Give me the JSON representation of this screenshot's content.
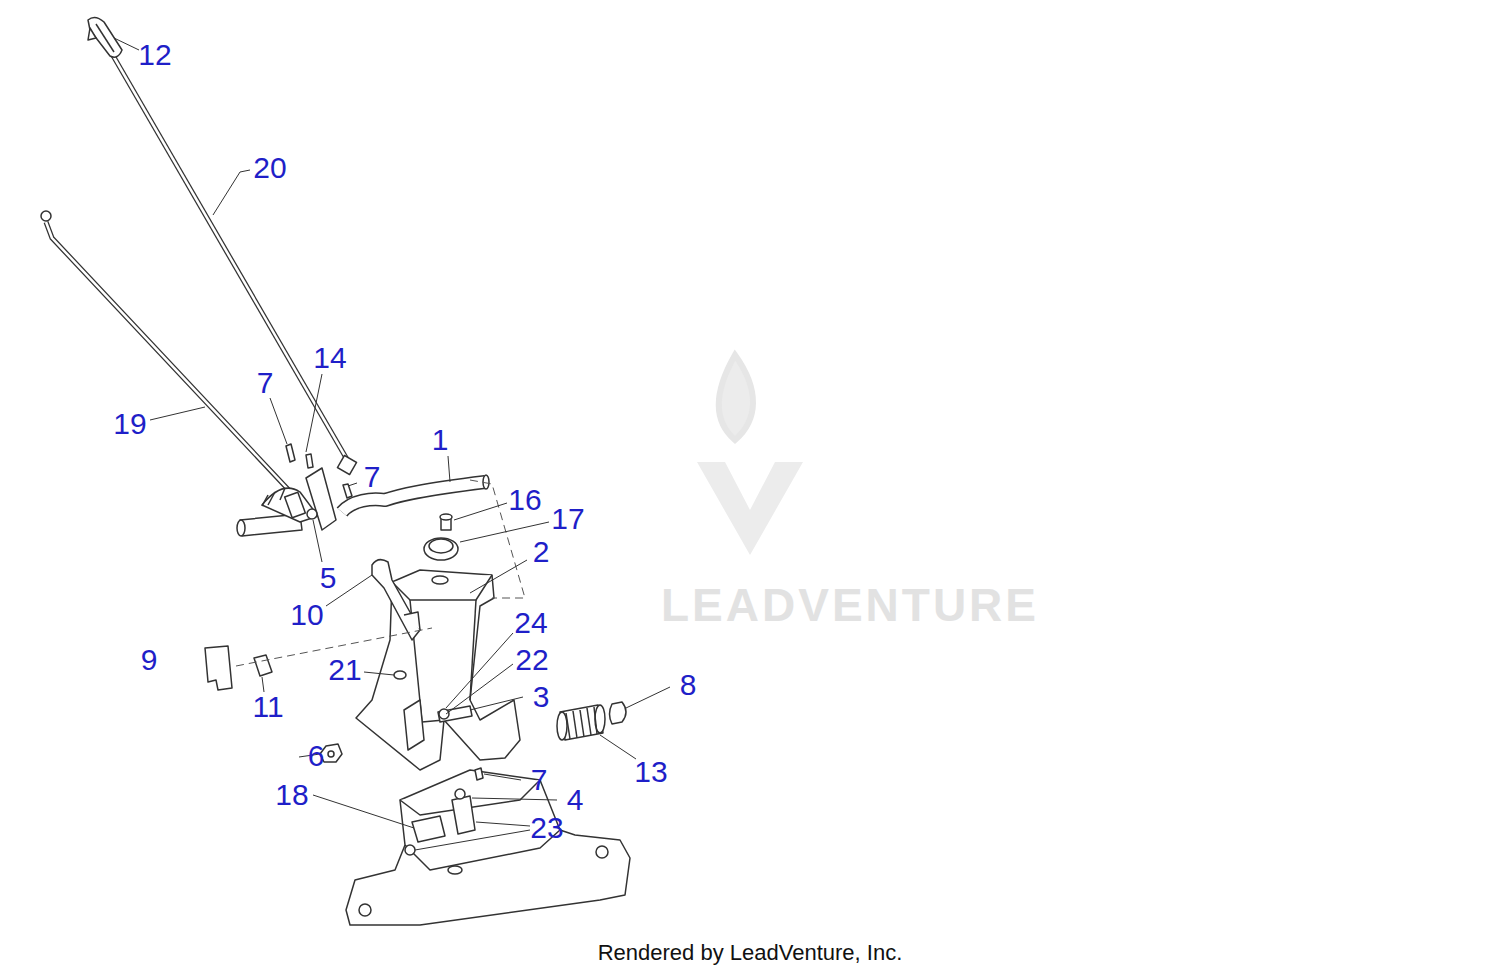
{
  "diagram": {
    "caption": "Rendered by LeadVenture, Inc.",
    "labels": [
      "12",
      "20",
      "14",
      "7",
      "1",
      "19",
      "7",
      "16",
      "17",
      "2",
      "5",
      "10",
      "24",
      "9",
      "22",
      "21",
      "3",
      "8",
      "11",
      "13",
      "6",
      "7",
      "18",
      "4",
      "23",
      "LEADVENTURE"
    ]
  }
}
